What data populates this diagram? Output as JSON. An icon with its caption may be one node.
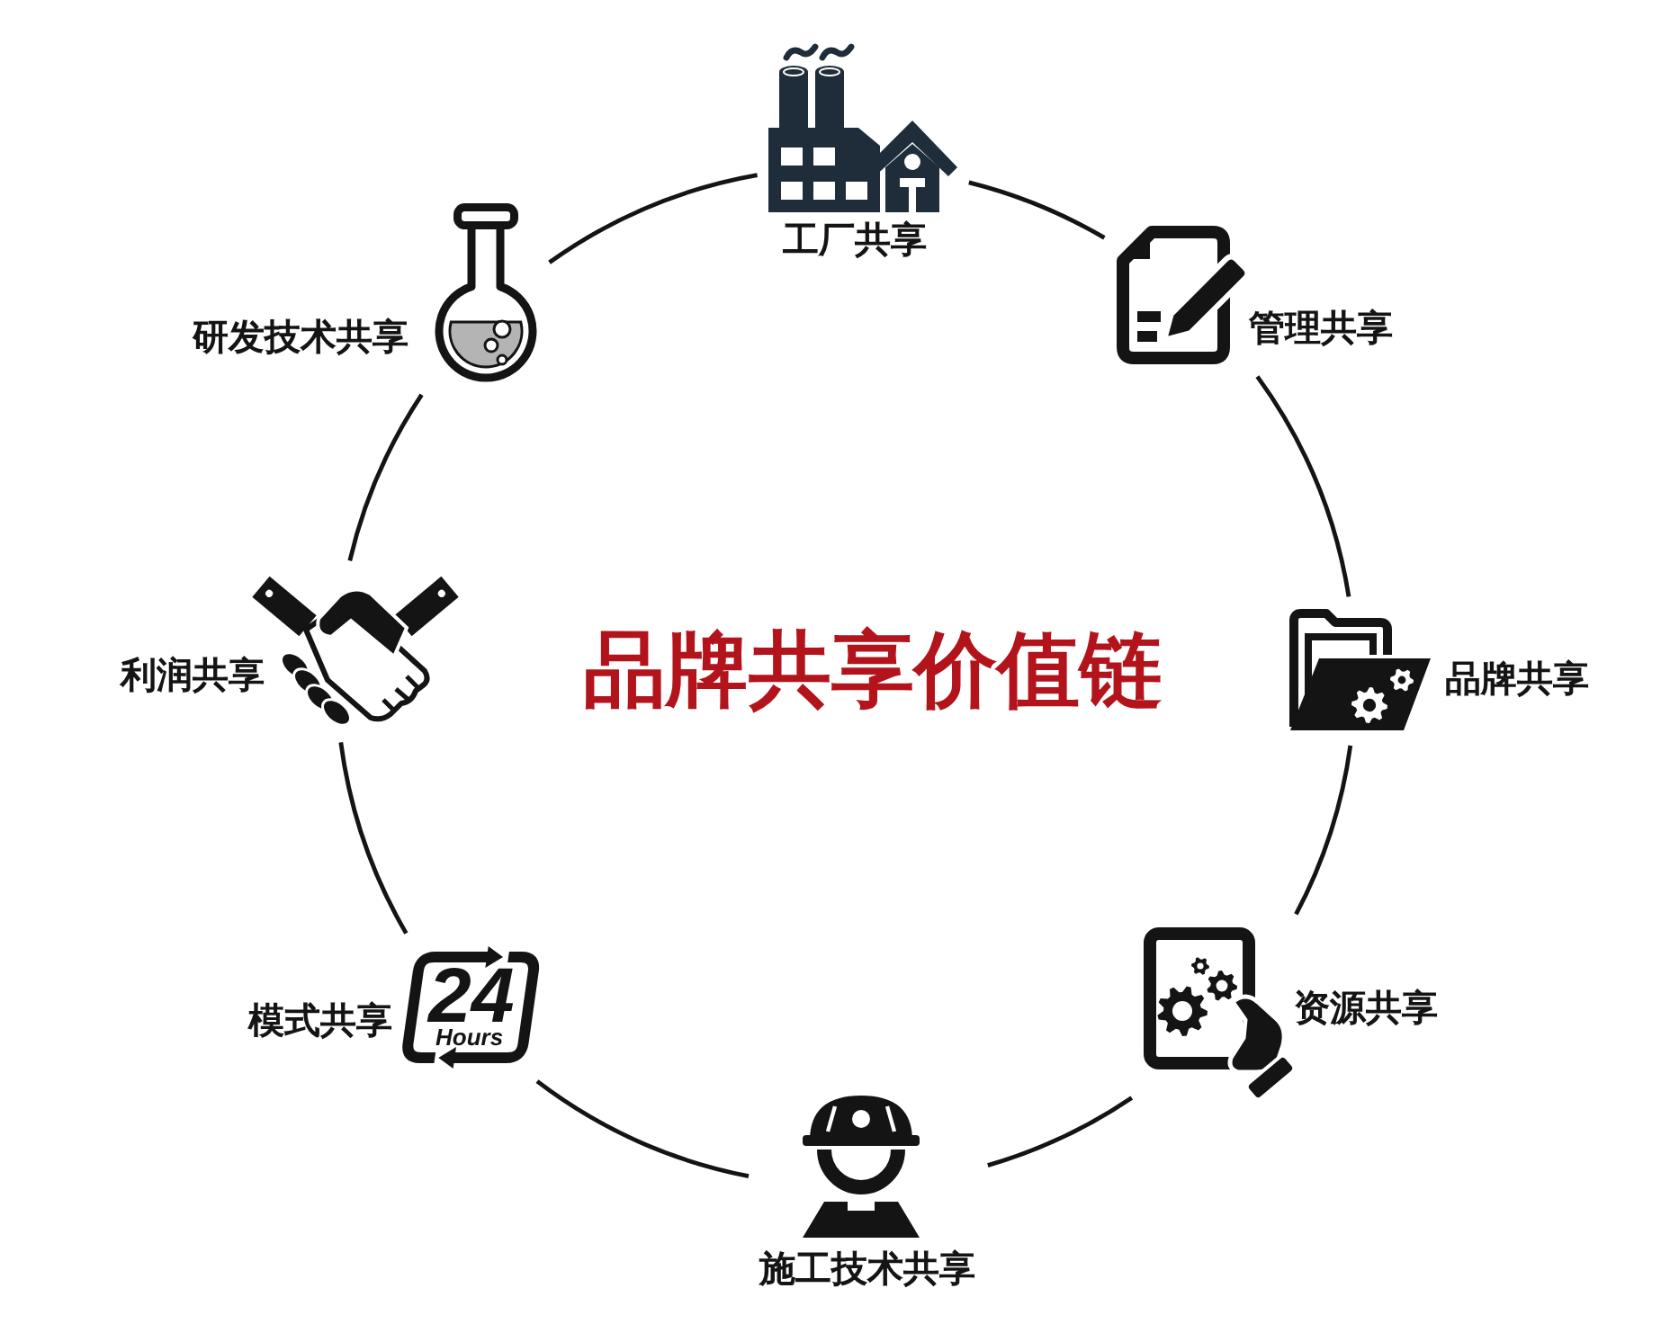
{
  "diagram": {
    "title": "品牌共享价值链",
    "nodes": [
      {
        "text": [
          "工厂共享"
        ]
      },
      {
        "text": [
          "管理共享"
        ]
      },
      {
        "text": [
          "品牌共享"
        ]
      },
      {
        "text": [
          "资源共享"
        ]
      },
      {
        "text": [
          "施工技术共享"
        ]
      },
      {
        "text": [
          "模式共享",
          "24",
          "Hours"
        ]
      },
      {
        "text": [
          "利润共享"
        ]
      },
      {
        "text": [
          "研发技术共享"
        ]
      }
    ],
    "edges": [
      {
        "from": 0,
        "to": 1,
        "arrow": "none"
      },
      {
        "from": 1,
        "to": 2,
        "arrow": "none"
      },
      {
        "from": 2,
        "to": 3,
        "arrow": "none"
      },
      {
        "from": 3,
        "to": 4,
        "arrow": "none"
      },
      {
        "from": 4,
        "to": 5,
        "arrow": "none"
      },
      {
        "from": 5,
        "to": 6,
        "arrow": "none"
      },
      {
        "from": 6,
        "to": 7,
        "arrow": "none"
      },
      {
        "from": 7,
        "to": 0,
        "arrow": "none"
      }
    ]
  }
}
